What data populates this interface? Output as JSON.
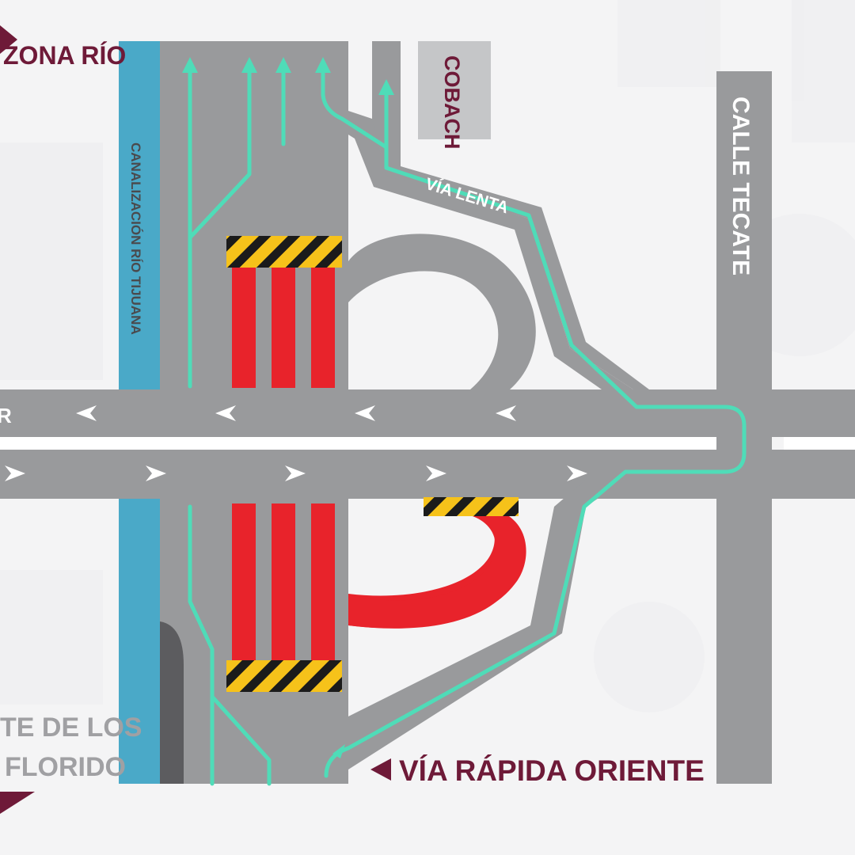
{
  "labels": {
    "zona_rio": "ZONA RÍO",
    "cobach": "COBACH",
    "calle_tecate": "CALLE TECATE",
    "canalizacion": "CANALIZACIÓN RÍO TIJUANA",
    "via_lenta": "VÍA LENTA",
    "via_rapida_oriente": "VÍA RÁPIDA ORIENTE",
    "bl_line1": "TE DE LOS",
    "bl_line2": "FLORIDO",
    "left_road_fragment": "R"
  },
  "colors": {
    "road": "#999a9c",
    "road_dark": "#5c5c5f",
    "canal": "#4aa9c8",
    "lane_arrow": "#4fdcb8",
    "closed_lane": "#e8232b",
    "barrier_yellow": "#f6c21a",
    "barrier_black": "#1b1b1b",
    "label_maroon": "#6e1a38",
    "background": "#f4f4f5"
  },
  "icons": {
    "left_arrow": "left-chevron-icon",
    "right_arrow": "right-chevron-icon",
    "pointer": "left-triangle-icon"
  }
}
